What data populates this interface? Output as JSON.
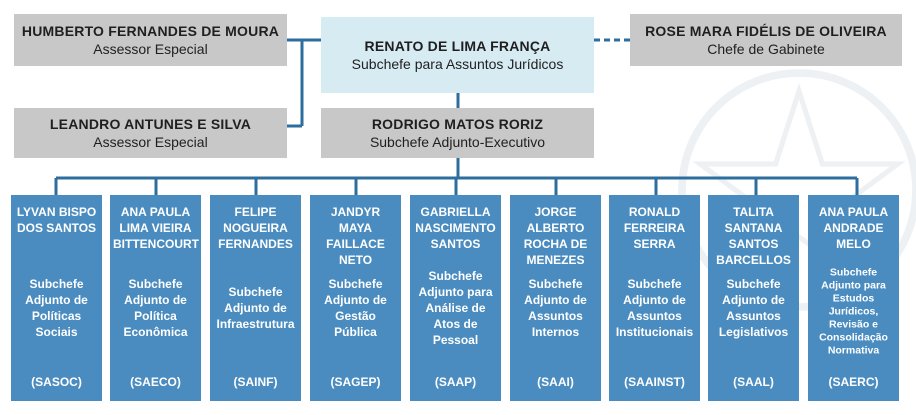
{
  "top": {
    "center": {
      "name": "RENATO DE LIMA FRANÇA",
      "role": "Subchefe para Assuntos Jurídicos"
    },
    "left": {
      "name": "HUMBERTO FERNANDES DE MOURA",
      "role": "Assessor Especial"
    },
    "right": {
      "name": "ROSE MARA FIDÉLIS DE OLIVEIRA",
      "role": "Chefe de Gabinete"
    }
  },
  "second": {
    "left": {
      "name": "LEANDRO ANTUNES E SILVA",
      "role": "Assessor Especial"
    },
    "center": {
      "name": "RODRIGO MATOS RORIZ",
      "role": "Subchefe Adjunto-Executivo"
    }
  },
  "units": [
    {
      "name": [
        "LYVAN BISPO",
        "DOS SANTOS"
      ],
      "role": [
        "Subchefe",
        "Adjunto de",
        "Políticas",
        "Sociais"
      ],
      "abbr": "(SASOC)"
    },
    {
      "name": [
        "ANA PAULA",
        "LIMA VIEIRA",
        "BITTENCOURT"
      ],
      "role": [
        "Subchefe",
        "Adjunto de",
        "Política",
        "Econômica"
      ],
      "abbr": "(SAECO)"
    },
    {
      "name": [
        "FELIPE",
        "NOGUEIRA",
        "FERNANDES"
      ],
      "role": [
        "Subchefe",
        "Adjunto de",
        "Infraestrutura"
      ],
      "abbr": "(SAINF)"
    },
    {
      "name": [
        "JANDYR",
        "MAYA",
        "FAILLACE",
        "NETO"
      ],
      "role": [
        "Subchefe",
        "Adjunto de",
        "Gestão",
        "Pública"
      ],
      "abbr": "(SAGEP)"
    },
    {
      "name": [
        "GABRIELLA",
        "NASCIMENTO",
        "SANTOS"
      ],
      "role": [
        "Subchefe",
        "Adjunto para",
        "Análise de",
        "Atos de",
        "Pessoal"
      ],
      "abbr": "(SAAP)"
    },
    {
      "name": [
        "JORGE",
        "ALBERTO",
        "ROCHA DE",
        "MENEZES"
      ],
      "role": [
        "Subchefe",
        "Adjunto de",
        "Assuntos",
        "Internos"
      ],
      "abbr": "(SAAI)"
    },
    {
      "name": [
        "RONALD",
        "FERREIRA",
        "SERRA"
      ],
      "role": [
        "Subchefe",
        "Adjunto de",
        "Assuntos",
        "Institucionais"
      ],
      "abbr": "(SAAINST)"
    },
    {
      "name": [
        "TALITA",
        "SANTANA",
        "SANTOS",
        "BARCELLOS"
      ],
      "role": [
        "Subchefe",
        "Adjunto de",
        "Assuntos",
        "Legislativos"
      ],
      "abbr": "(SAAL)"
    },
    {
      "name": [
        "ANA PAULA",
        "ANDRADE",
        "MELO"
      ],
      "role": [
        "Subchefe",
        "Adjunto para",
        "Estudos",
        "Jurídicos,",
        "Revisão e",
        "Consolidação",
        "Normativa"
      ],
      "abbr": "(SAERC)"
    }
  ],
  "colors": {
    "card": "#4a8cc0",
    "line": "#2e6e9e",
    "grey": "#c8c8c8",
    "light": "#d7ebf3"
  }
}
